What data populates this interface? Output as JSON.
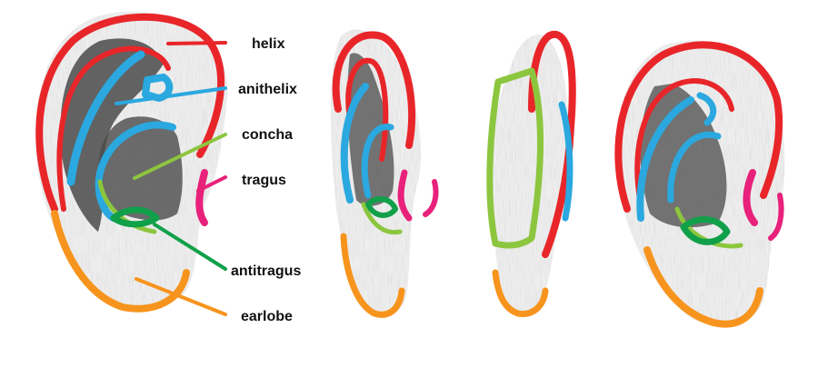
{
  "labels": {
    "helix": "helix",
    "antihelix": "anithelix",
    "concha": "concha",
    "tragus": "tragus",
    "antitragus": "antitragus",
    "earlobe": "earlobe"
  },
  "colors": {
    "helix": "#e8262a",
    "antihelix": "#2aa8df",
    "concha": "#8cc63f",
    "tragus": "#e8217a",
    "antitragus": "#11a04a",
    "earlobe": "#f7941d",
    "skin_light": "#f3f3f3",
    "skin_mid": "#d9d9d9",
    "shadow": "#4a4a4a"
  },
  "views": [
    "front-view",
    "back-side-view",
    "edge-view",
    "three-quarter-view"
  ]
}
